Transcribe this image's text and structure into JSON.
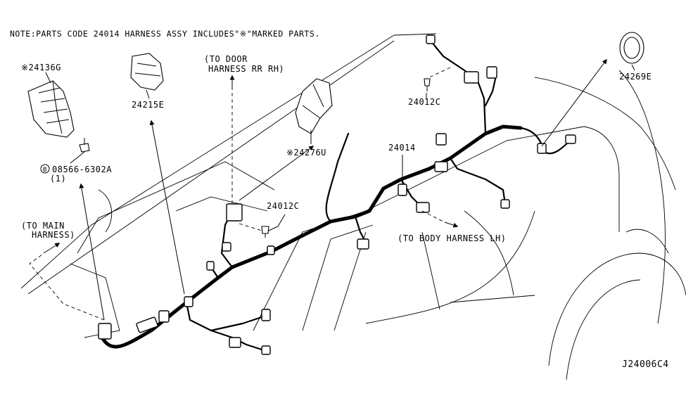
{
  "note": "NOTE:PARTS CODE 24014 HARNESS ASSY INCLUDES\"※\"MARKED PARTS.",
  "diagram_id": "J24006C4",
  "parts": {
    "p24136g": "※24136G",
    "p24215e": "24215E",
    "p24276u": "※24276U",
    "p24012c_top": "24012C",
    "p24012c_mid": "24012C",
    "p24014": "24014",
    "p24269e": "24269E",
    "bolt_code": "08566-6302A",
    "bolt_qty": "(1)",
    "bolt_symbol": "B"
  },
  "directions": {
    "to_door_line1": "(TO DOOR",
    "to_door_line2": "HARNESS RR RH)",
    "to_main_line1": "(TO MAIN",
    "to_main_line2": "HARNESS)",
    "to_body": "(TO BODY HARNESS LH)"
  },
  "icons": {
    "arrow": "filled-arrowhead",
    "bolt": "circle-letter-b"
  }
}
